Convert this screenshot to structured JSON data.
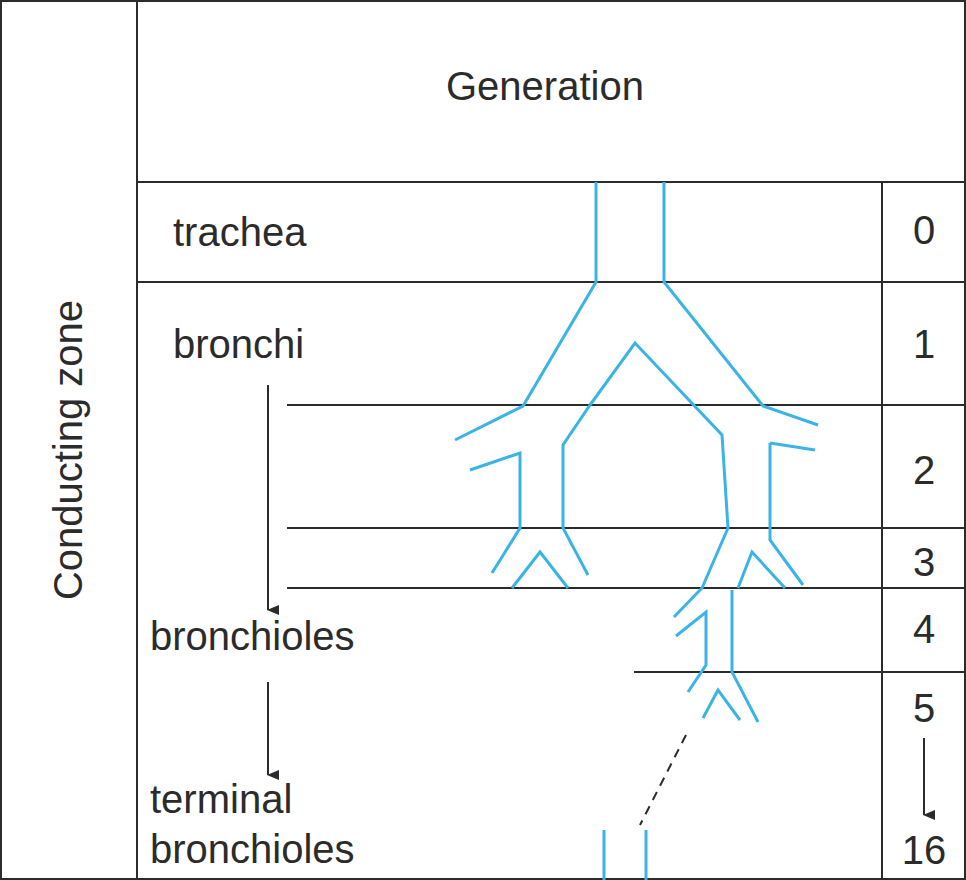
{
  "diagram": {
    "labels": [
      "Conducting zone",
      "Generation",
      "trachea",
      "bronchi",
      "bronchioles",
      "terminal bronchioles",
      "0",
      "1",
      "2",
      "3",
      "4",
      "5",
      "16"
    ]
  }
}
